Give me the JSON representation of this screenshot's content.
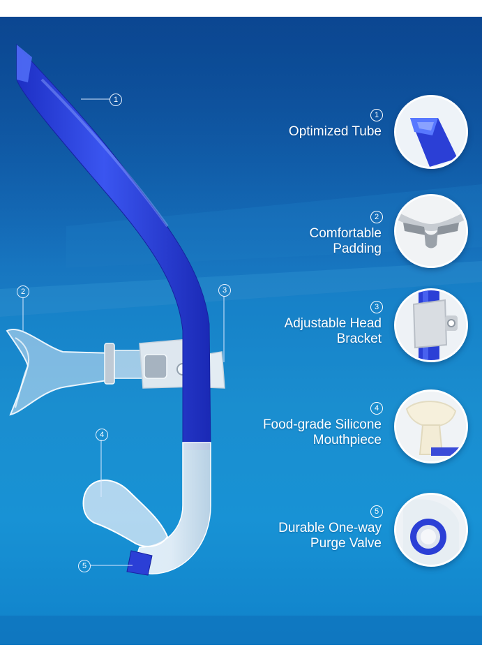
{
  "features": [
    {
      "number": "1",
      "lines": [
        "Optimized Tube"
      ],
      "thumbnail_icon": "blue-tube-tip-icon"
    },
    {
      "number": "2",
      "lines": [
        "Comfortable",
        "Padding"
      ],
      "thumbnail_icon": "forehead-pad-icon"
    },
    {
      "number": "3",
      "lines": [
        "Adjustable Head",
        "Bracket"
      ],
      "thumbnail_icon": "bracket-clip-icon"
    },
    {
      "number": "4",
      "lines": [
        "Food-grade Silicone",
        "Mouthpiece"
      ],
      "thumbnail_icon": "mouthpiece-icon"
    },
    {
      "number": "5",
      "lines": [
        "Durable One-way",
        "Purge Valve"
      ],
      "thumbnail_icon": "purge-valve-icon"
    }
  ],
  "callouts": [
    "1",
    "2",
    "3",
    "4",
    "5"
  ],
  "colors": {
    "tube_blue": "#2b3fd6",
    "background_blue": "#1a82c8",
    "text": "#ffffff"
  }
}
